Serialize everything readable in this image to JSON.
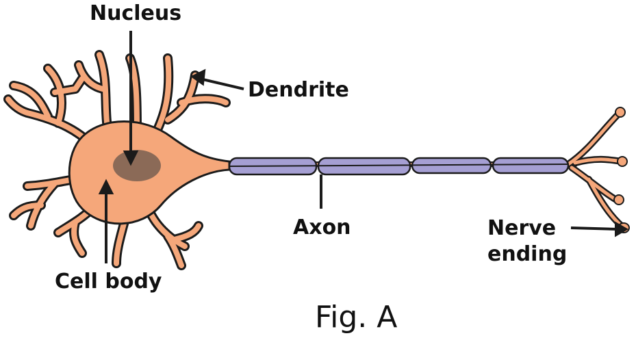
{
  "labels": {
    "nucleus": "Nucleus",
    "dendrite": "Dendrite",
    "axon": "Axon",
    "nerve_ending_line1": "Nerve",
    "nerve_ending_line2": "ending",
    "cell_body": "Cell body"
  },
  "caption": "Fig. A",
  "colors": {
    "cell": "#f5a77a",
    "nucleus": "#8b6a57",
    "myelin": "#a59fd3",
    "outline": "#1b1b1b",
    "text": "#111111"
  }
}
